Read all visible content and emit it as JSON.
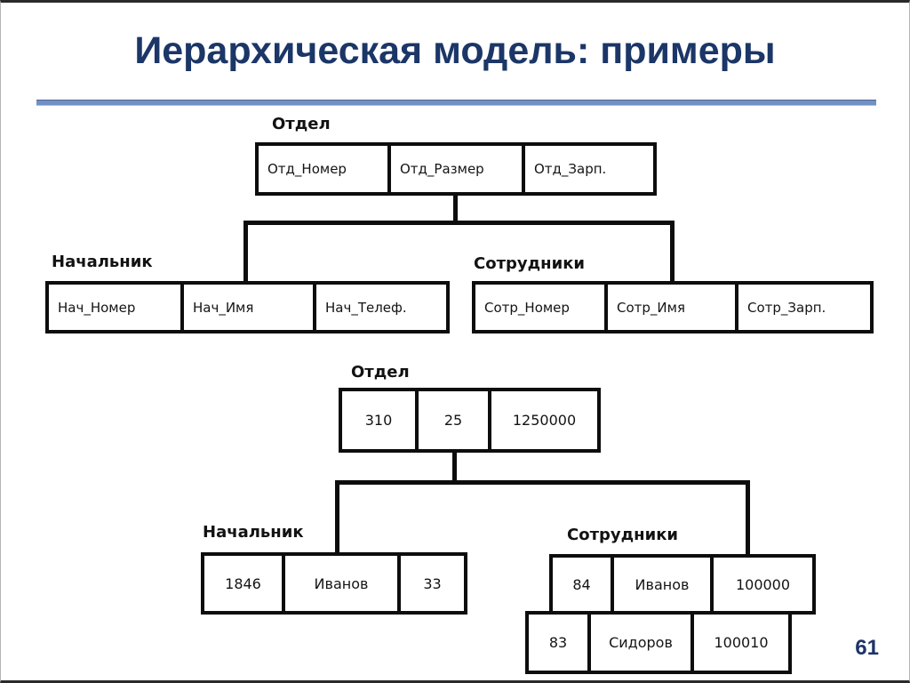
{
  "page": {
    "title": "Иерархическая модель: примеры",
    "page_number": "61"
  },
  "colors": {
    "title_text": "#1b3667",
    "divider_rule": "#7191c3",
    "diagram_lines": "#0d0d0d",
    "background": "#ffffff"
  },
  "schema_diagram": {
    "parent": {
      "label": "Отдел",
      "cells": [
        "Отд_Номер",
        "Отд_Размер",
        "Отд_Зарп."
      ]
    },
    "manager": {
      "label": "Начальник",
      "cells": [
        "Нач_Номер",
        "Нач_Имя",
        "Нач_Телеф."
      ]
    },
    "employees": {
      "label": "Сотрудники",
      "cells": [
        "Сотр_Номер",
        "Сотр_Имя",
        "Сотр_Зарп."
      ]
    }
  },
  "instance_diagram": {
    "parent": {
      "label": "Отдел",
      "cells": [
        "310",
        "25",
        "1250000"
      ]
    },
    "manager": {
      "label": "Начальник",
      "cells": [
        "1846",
        "Иванов",
        "33"
      ]
    },
    "employees": {
      "label": "Сотрудники",
      "rows": [
        [
          "84",
          "Иванов",
          "100000"
        ],
        [
          "83",
          "Сидоров",
          "100010"
        ]
      ]
    }
  }
}
